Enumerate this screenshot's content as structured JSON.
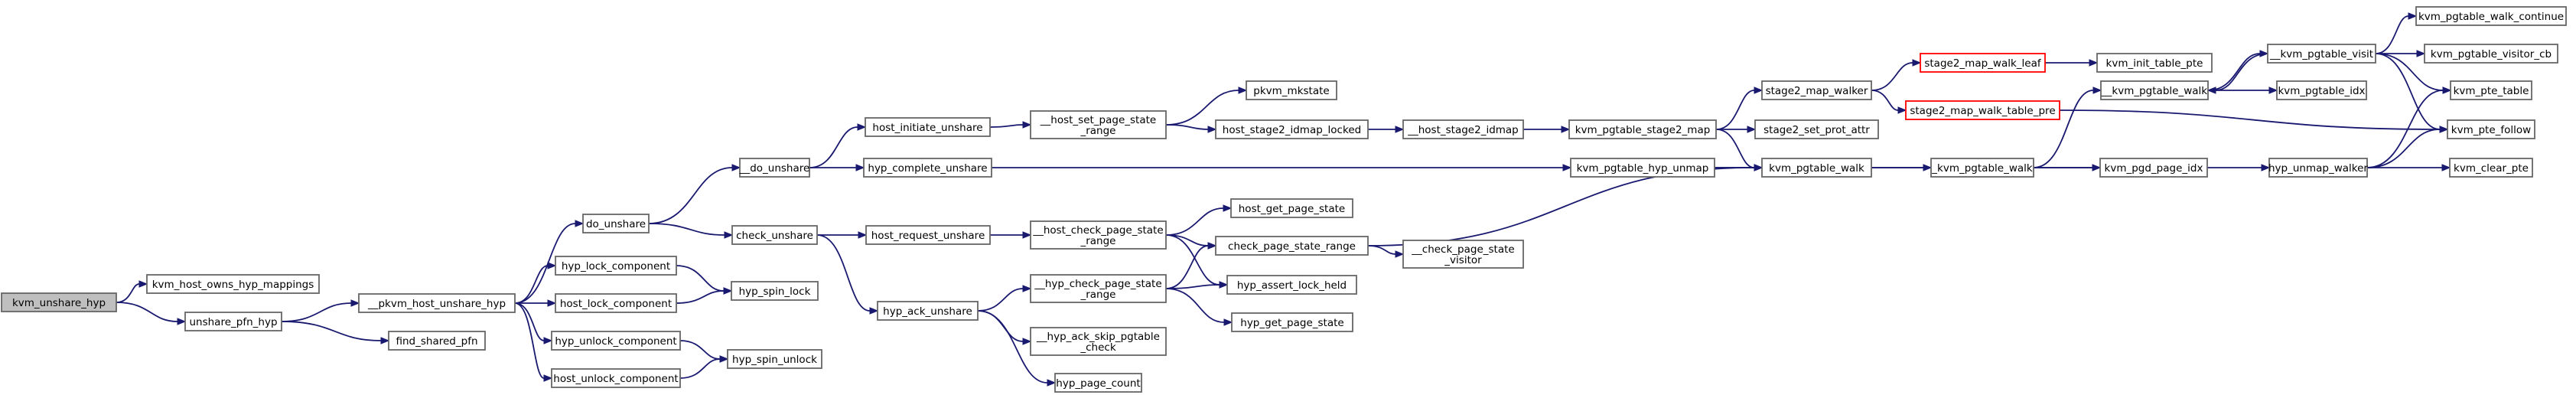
{
  "graph": {
    "colors": {
      "edge": "#191970",
      "root_fill": "#bfbfbf",
      "border": "#666666",
      "truncated_border": "#ff0000"
    },
    "nodes": [
      {
        "id": "kvm_unshare_hyp",
        "lines": [
          "kvm_unshare_hyp"
        ],
        "root": true
      },
      {
        "id": "kvm_host_owns_hyp_mappings",
        "lines": [
          "kvm_host_owns_hyp_mappings"
        ]
      },
      {
        "id": "unshare_pfn_hyp",
        "lines": [
          "unshare_pfn_hyp"
        ]
      },
      {
        "id": "pkvm_host_unshare_hyp",
        "lines": [
          "__pkvm_host_unshare_hyp"
        ]
      },
      {
        "id": "find_shared_pfn",
        "lines": [
          "find_shared_pfn"
        ]
      },
      {
        "id": "do_unshare",
        "lines": [
          "do_unshare"
        ]
      },
      {
        "id": "hyp_lock_component",
        "lines": [
          "hyp_lock_component"
        ]
      },
      {
        "id": "host_lock_component",
        "lines": [
          "host_lock_component"
        ]
      },
      {
        "id": "hyp_unlock_component",
        "lines": [
          "hyp_unlock_component"
        ]
      },
      {
        "id": "host_unlock_component",
        "lines": [
          "host_unlock_component"
        ]
      },
      {
        "id": "hyp_spin_lock",
        "lines": [
          "hyp_spin_lock"
        ]
      },
      {
        "id": "hyp_spin_unlock",
        "lines": [
          "hyp_spin_unlock"
        ]
      },
      {
        "id": "__do_unshare",
        "lines": [
          "__do_unshare"
        ]
      },
      {
        "id": "check_unshare",
        "lines": [
          "check_unshare"
        ]
      },
      {
        "id": "host_initiate_unshare",
        "lines": [
          "host_initiate_unshare"
        ]
      },
      {
        "id": "hyp_complete_unshare",
        "lines": [
          "hyp_complete_unshare"
        ]
      },
      {
        "id": "host_request_unshare",
        "lines": [
          "host_request_unshare"
        ]
      },
      {
        "id": "hyp_ack_unshare",
        "lines": [
          "hyp_ack_unshare"
        ]
      },
      {
        "id": "__host_set_page_state_range",
        "lines": [
          "__host_set_page_state",
          "_range"
        ]
      },
      {
        "id": "pkvm_mkstate",
        "lines": [
          "pkvm_mkstate"
        ]
      },
      {
        "id": "host_stage2_idmap_locked",
        "lines": [
          "host_stage2_idmap_locked"
        ]
      },
      {
        "id": "__host_stage2_idmap",
        "lines": [
          "__host_stage2_idmap"
        ]
      },
      {
        "id": "__host_check_page_state_range",
        "lines": [
          "__host_check_page_state",
          "_range"
        ]
      },
      {
        "id": "host_get_page_state",
        "lines": [
          "host_get_page_state"
        ]
      },
      {
        "id": "check_page_state_range",
        "lines": [
          "check_page_state_range"
        ]
      },
      {
        "id": "__check_page_state_visitor",
        "lines": [
          "__check_page_state",
          "_visitor"
        ]
      },
      {
        "id": "__hyp_check_page_state_range",
        "lines": [
          "__hyp_check_page_state",
          "_range"
        ]
      },
      {
        "id": "hyp_assert_lock_held",
        "lines": [
          "hyp_assert_lock_held"
        ]
      },
      {
        "id": "hyp_get_page_state",
        "lines": [
          "hyp_get_page_state"
        ]
      },
      {
        "id": "__hyp_ack_skip_pgtable_check",
        "lines": [
          "__hyp_ack_skip_pgtable",
          "_check"
        ]
      },
      {
        "id": "hyp_page_count",
        "lines": [
          "hyp_page_count"
        ]
      },
      {
        "id": "kvm_pgtable_stage2_map",
        "lines": [
          "kvm_pgtable_stage2_map"
        ]
      },
      {
        "id": "kvm_pgtable_hyp_unmap",
        "lines": [
          "kvm_pgtable_hyp_unmap"
        ]
      },
      {
        "id": "stage2_map_walker",
        "lines": [
          "stage2_map_walker"
        ]
      },
      {
        "id": "stage2_set_prot_attr",
        "lines": [
          "stage2_set_prot_attr"
        ]
      },
      {
        "id": "kvm_pgtable_walk",
        "lines": [
          "kvm_pgtable_walk"
        ]
      },
      {
        "id": "stage2_map_walk_leaf",
        "lines": [
          "stage2_map_walk_leaf"
        ],
        "truncated": true
      },
      {
        "id": "stage2_map_walk_table_pre",
        "lines": [
          "stage2_map_walk_table_pre"
        ],
        "truncated": true
      },
      {
        "id": "_kvm_pgtable_walk",
        "lines": [
          "_kvm_pgtable_walk"
        ]
      },
      {
        "id": "kvm_init_table_pte",
        "lines": [
          "kvm_init_table_pte"
        ]
      },
      {
        "id": "__kvm_pgtable_walk",
        "lines": [
          "__kvm_pgtable_walk"
        ]
      },
      {
        "id": "kvm_pgd_page_idx",
        "lines": [
          "kvm_pgd_page_idx"
        ]
      },
      {
        "id": "hyp_unmap_walker",
        "lines": [
          "hyp_unmap_walker"
        ]
      },
      {
        "id": "__kvm_pgtable_visit",
        "lines": [
          "__kvm_pgtable_visit"
        ]
      },
      {
        "id": "kvm_pgtable_idx",
        "lines": [
          "kvm_pgtable_idx"
        ]
      },
      {
        "id": "kvm_pgtable_walk_continue",
        "lines": [
          "kvm_pgtable_walk_continue"
        ]
      },
      {
        "id": "kvm_pgtable_visitor_cb",
        "lines": [
          "kvm_pgtable_visitor_cb"
        ]
      },
      {
        "id": "kvm_pte_table",
        "lines": [
          "kvm_pte_table"
        ]
      },
      {
        "id": "kvm_pte_follow",
        "lines": [
          "kvm_pte_follow"
        ]
      },
      {
        "id": "kvm_clear_pte",
        "lines": [
          "kvm_clear_pte"
        ]
      }
    ],
    "edges": [
      [
        "kvm_unshare_hyp",
        "kvm_host_owns_hyp_mappings"
      ],
      [
        "kvm_unshare_hyp",
        "unshare_pfn_hyp"
      ],
      [
        "unshare_pfn_hyp",
        "pkvm_host_unshare_hyp"
      ],
      [
        "unshare_pfn_hyp",
        "find_shared_pfn"
      ],
      [
        "pkvm_host_unshare_hyp",
        "do_unshare"
      ],
      [
        "pkvm_host_unshare_hyp",
        "hyp_lock_component"
      ],
      [
        "pkvm_host_unshare_hyp",
        "host_lock_component"
      ],
      [
        "pkvm_host_unshare_hyp",
        "hyp_unlock_component"
      ],
      [
        "pkvm_host_unshare_hyp",
        "host_unlock_component"
      ],
      [
        "hyp_lock_component",
        "hyp_spin_lock"
      ],
      [
        "host_lock_component",
        "hyp_spin_lock"
      ],
      [
        "hyp_unlock_component",
        "hyp_spin_unlock"
      ],
      [
        "host_unlock_component",
        "hyp_spin_unlock"
      ],
      [
        "do_unshare",
        "__do_unshare"
      ],
      [
        "do_unshare",
        "check_unshare"
      ],
      [
        "__do_unshare",
        "host_initiate_unshare"
      ],
      [
        "__do_unshare",
        "hyp_complete_unshare"
      ],
      [
        "check_unshare",
        "host_request_unshare"
      ],
      [
        "check_unshare",
        "hyp_ack_unshare"
      ],
      [
        "host_initiate_unshare",
        "__host_set_page_state_range"
      ],
      [
        "__host_set_page_state_range",
        "pkvm_mkstate"
      ],
      [
        "__host_set_page_state_range",
        "host_stage2_idmap_locked"
      ],
      [
        "host_stage2_idmap_locked",
        "__host_stage2_idmap"
      ],
      [
        "__host_stage2_idmap",
        "kvm_pgtable_stage2_map"
      ],
      [
        "hyp_complete_unshare",
        "kvm_pgtable_hyp_unmap"
      ],
      [
        "host_request_unshare",
        "__host_check_page_state_range"
      ],
      [
        "__host_check_page_state_range",
        "host_get_page_state"
      ],
      [
        "__host_check_page_state_range",
        "check_page_state_range"
      ],
      [
        "__host_check_page_state_range",
        "hyp_assert_lock_held"
      ],
      [
        "check_page_state_range",
        "__check_page_state_visitor"
      ],
      [
        "check_page_state_range",
        "kvm_pgtable_walk"
      ],
      [
        "hyp_ack_unshare",
        "__hyp_check_page_state_range"
      ],
      [
        "hyp_ack_unshare",
        "__hyp_ack_skip_pgtable_check"
      ],
      [
        "hyp_ack_unshare",
        "hyp_page_count"
      ],
      [
        "__hyp_check_page_state_range",
        "check_page_state_range"
      ],
      [
        "__hyp_check_page_state_range",
        "hyp_assert_lock_held"
      ],
      [
        "__hyp_check_page_state_range",
        "hyp_get_page_state"
      ],
      [
        "kvm_pgtable_stage2_map",
        "stage2_map_walker"
      ],
      [
        "kvm_pgtable_stage2_map",
        "stage2_set_prot_attr"
      ],
      [
        "kvm_pgtable_stage2_map",
        "kvm_pgtable_walk"
      ],
      [
        "kvm_pgtable_hyp_unmap",
        "kvm_pgtable_walk"
      ],
      [
        "kvm_pgtable_hyp_unmap",
        "hyp_unmap_walker"
      ],
      [
        "stage2_map_walker",
        "stage2_map_walk_leaf"
      ],
      [
        "stage2_map_walker",
        "stage2_map_walk_table_pre"
      ],
      [
        "stage2_map_walk_leaf",
        "kvm_init_table_pte"
      ],
      [
        "stage2_map_walk_table_pre",
        "kvm_pte_follow"
      ],
      [
        "kvm_pgtable_walk",
        "_kvm_pgtable_walk"
      ],
      [
        "_kvm_pgtable_walk",
        "__kvm_pgtable_walk"
      ],
      [
        "_kvm_pgtable_walk",
        "kvm_pgd_page_idx"
      ],
      [
        "__kvm_pgtable_walk",
        "__kvm_pgtable_visit"
      ],
      [
        "__kvm_pgtable_walk",
        "kvm_pgtable_idx"
      ],
      [
        "__kvm_pgtable_visit",
        "__kvm_pgtable_walk"
      ],
      [
        "__kvm_pgtable_visit",
        "kvm_pgtable_walk_continue"
      ],
      [
        "__kvm_pgtable_visit",
        "kvm_pgtable_visitor_cb"
      ],
      [
        "__kvm_pgtable_visit",
        "kvm_pte_table"
      ],
      [
        "__kvm_pgtable_visit",
        "kvm_pte_follow"
      ],
      [
        "hyp_unmap_walker",
        "kvm_pte_table"
      ],
      [
        "hyp_unmap_walker",
        "kvm_pte_follow"
      ],
      [
        "hyp_unmap_walker",
        "kvm_clear_pte"
      ]
    ]
  }
}
